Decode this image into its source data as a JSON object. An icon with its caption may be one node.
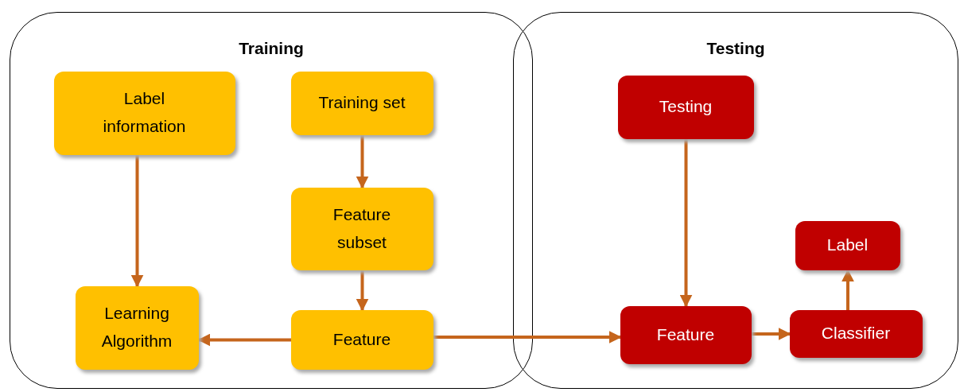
{
  "diagram": {
    "nodes": [
      {
        "text": [
          "Training"
        ]
      },
      {
        "text": [
          "Label information"
        ],
        "in": 0
      },
      {
        "text": [
          "Training set"
        ],
        "in": 0
      },
      {
        "text": [
          "Feature subset"
        ],
        "in": 0
      },
      {
        "text": [
          "Learning Algorithm"
        ],
        "in": 0
      },
      {
        "text": [
          "Feature"
        ],
        "in": 0
      },
      {
        "text": [
          "Testing"
        ]
      },
      {
        "text": [
          "Testing"
        ],
        "in": 6
      },
      {
        "text": [
          "Label"
        ],
        "in": 6
      },
      {
        "text": [
          "Feature"
        ],
        "in": 6
      },
      {
        "text": [
          "Classifier"
        ],
        "in": 6
      }
    ],
    "edges": [
      {
        "from": 1,
        "to": 4,
        "arrow": "to"
      },
      {
        "from": 2,
        "to": 3,
        "arrow": "to"
      },
      {
        "from": 3,
        "to": 5,
        "arrow": "to"
      },
      {
        "from": 5,
        "to": 4,
        "arrow": "to"
      },
      {
        "from": 5,
        "to": 9,
        "arrow": "to"
      },
      {
        "from": 7,
        "to": 9,
        "arrow": "to"
      },
      {
        "from": 9,
        "to": 10,
        "arrow": "to"
      },
      {
        "from": 10,
        "to": 8,
        "arrow": "to"
      }
    ]
  }
}
